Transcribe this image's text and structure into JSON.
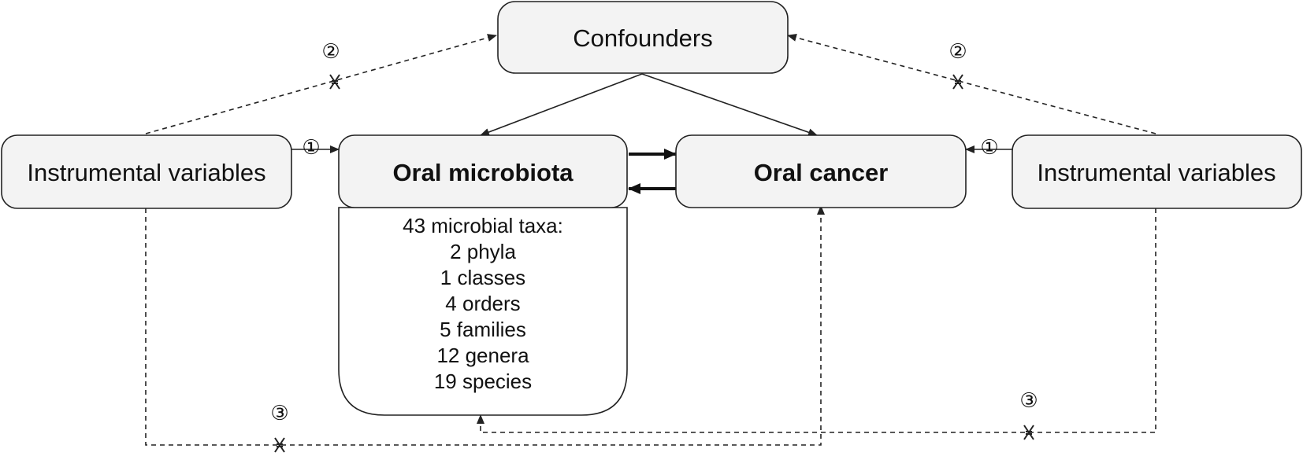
{
  "nodes": {
    "confounders": "Confounders",
    "oral_microbiota": "Oral microbiota",
    "oral_cancer": "Oral cancer",
    "iv_left": "Instrumental variables",
    "iv_right": "Instrumental variables"
  },
  "taxa": {
    "heading": "43 microbial taxa:",
    "items": [
      "2 phyla",
      "1 classes",
      "4 orders",
      "5 families",
      "12 genera",
      "19 species"
    ]
  },
  "markers": {
    "assumption_1": "①",
    "assumption_2": "②",
    "assumption_3": "③"
  },
  "style": {
    "box_fill": "#f3f3f3",
    "line_color": "#222222"
  }
}
